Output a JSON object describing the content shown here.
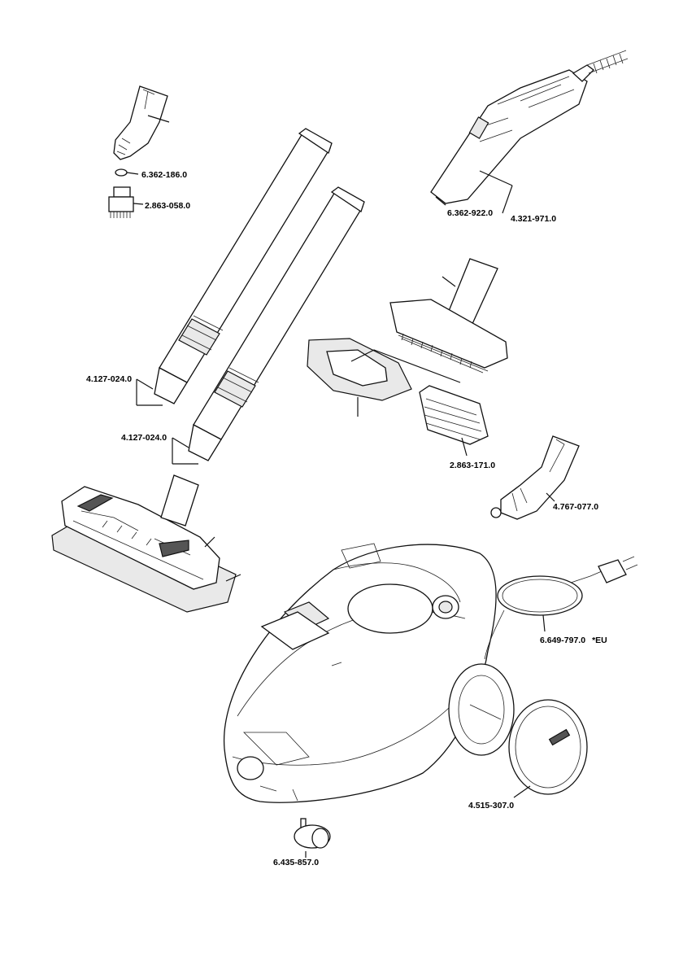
{
  "title": "Spare parts diagram – steam cleaner",
  "parts": [
    {
      "id": "p1",
      "label": "6.362-186.0"
    },
    {
      "id": "p2",
      "label": "2.863-058.0"
    },
    {
      "id": "p3",
      "label": "6.362-922.0"
    },
    {
      "id": "p4",
      "label": "4.321-971.0"
    },
    {
      "id": "p5",
      "label": "4.127-024.0"
    },
    {
      "id": "p6",
      "label": "4.127-024.0"
    },
    {
      "id": "p7",
      "label": "2.863-171.0"
    },
    {
      "id": "p8",
      "label": "4.767-077.0"
    },
    {
      "id": "p9",
      "label": "6.649-797.0"
    },
    {
      "id": "p10",
      "label": "4.515-307.0"
    },
    {
      "id": "p11",
      "label": "6.435-857.0"
    }
  ],
  "power_cord_note": "*EU"
}
